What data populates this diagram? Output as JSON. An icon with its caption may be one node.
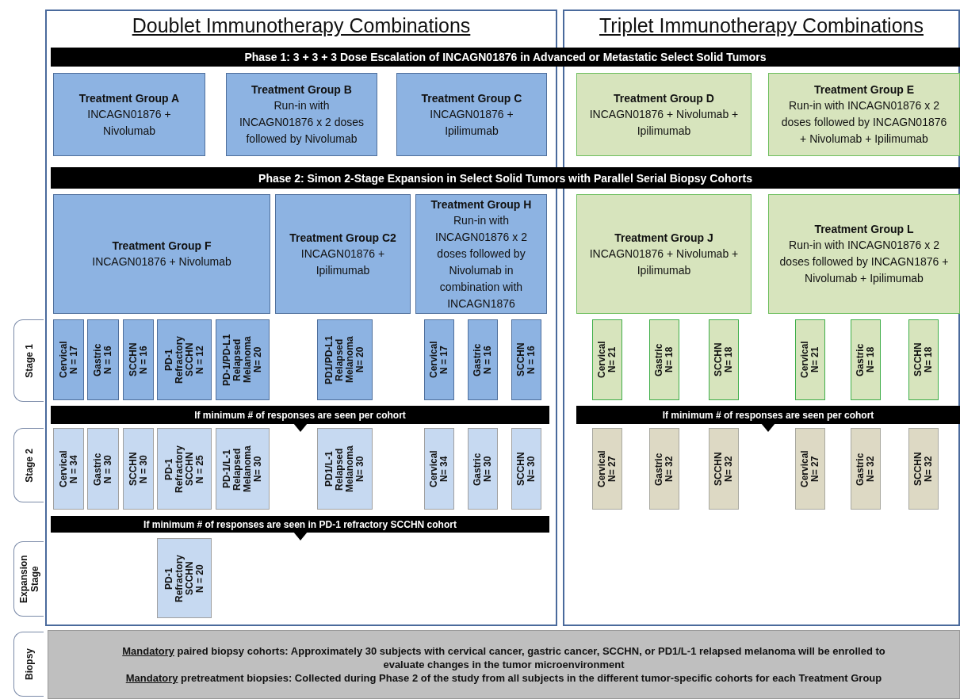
{
  "diagram": {
    "nodes": [
      {
        "text": [
          "Doublet Immunotherapy Combinations"
        ]
      },
      {
        "text": [
          "Triplet Immunotherapy Combinations"
        ]
      },
      {
        "text": [
          "Phase 1: 3 + 3 + 3 Dose Escalation of INCAGN01876 in Advanced or Metastatic Select Solid Tumors"
        ]
      },
      {
        "text": [
          "Treatment Group A",
          "INCAGN01876 + Nivolumab"
        ],
        "in": 0
      },
      {
        "text": [
          "Treatment Group B",
          "Run-in with INCAGN01876 x 2 doses followed by Nivolumab"
        ],
        "in": 0
      },
      {
        "text": [
          "Treatment Group C",
          "INCAGN01876 + Ipilimumab"
        ],
        "in": 0
      },
      {
        "text": [
          "Treatment Group D",
          "INCAGN01876 + Nivolumab + Ipilimumab"
        ],
        "in": 1
      },
      {
        "text": [
          "Treatment Group E",
          "Run-in with INCAGN01876 x 2 doses followed by INCAGN01876 + Nivolumab + Ipilimumab"
        ],
        "in": 1
      },
      {
        "text": [
          "Phase 2: Simon 2-Stage Expansion in Select Solid Tumors with Parallel Serial Biopsy Cohorts"
        ]
      },
      {
        "text": [
          "Treatment Group F",
          "INCAGN01876 + Nivolumab"
        ],
        "in": 0
      },
      {
        "text": [
          "Treatment Group C2",
          "INCAGN01876 + Ipilimumab"
        ],
        "in": 0
      },
      {
        "text": [
          "Treatment Group H",
          "Run-in with INCAGN01876 x 2 doses followed by Nivolumab in combination with INCAGN1876"
        ],
        "in": 0
      },
      {
        "text": [
          "Treatment Group J",
          "INCAGN01876 + Nivolumab + Ipilimumab"
        ],
        "in": 1
      },
      {
        "text": [
          "Treatment Group L",
          "Run-in with INCAGN01876 x 2 doses followed by INCAGN1876 + Nivolumab + Ipilimumab"
        ],
        "in": 1
      },
      {
        "text": [
          "Stage 1"
        ]
      },
      {
        "text": [
          "Cervical",
          "N = 17"
        ],
        "in": 0
      },
      {
        "text": [
          "Gastric",
          "N = 16"
        ],
        "in": 0
      },
      {
        "text": [
          "SCCHN",
          "N = 16"
        ],
        "in": 0
      },
      {
        "text": [
          "PD-1 Refractory SCCHN",
          "N = 12"
        ],
        "in": 0
      },
      {
        "text": [
          "PD-1/PD-L1 Relapsed Melanoma",
          "N= 20"
        ],
        "in": 0
      },
      {
        "text": [
          "PD1/PD-L1 Relapsed Melanoma",
          "N= 20"
        ],
        "in": 0
      },
      {
        "text": [
          "Cervical",
          "N = 17"
        ],
        "in": 0
      },
      {
        "text": [
          "Gastric",
          "N = 16"
        ],
        "in": 0
      },
      {
        "text": [
          "SCCHN",
          "N = 16"
        ],
        "in": 0
      },
      {
        "text": [
          "Cervical",
          "N= 21"
        ],
        "in": 1
      },
      {
        "text": [
          "Gastric",
          "N= 18"
        ],
        "in": 1
      },
      {
        "text": [
          "SCCHN",
          "N= 18"
        ],
        "in": 1
      },
      {
        "text": [
          "Cervical",
          "N= 21"
        ],
        "in": 1
      },
      {
        "text": [
          "Gastric",
          "N= 18"
        ],
        "in": 1
      },
      {
        "text": [
          "SCCHN",
          "N= 18"
        ],
        "in": 1
      },
      {
        "text": [
          "If minimum # of responses are seen per cohort"
        ],
        "in": 0
      },
      {
        "text": [
          "If minimum # of responses are seen per cohort"
        ],
        "in": 1
      },
      {
        "text": [
          "Stage 2"
        ]
      },
      {
        "text": [
          "Cervical",
          "N = 34"
        ],
        "in": 0
      },
      {
        "text": [
          "Gastric",
          "N = 30"
        ],
        "in": 0
      },
      {
        "text": [
          "SCCHN",
          "N = 30"
        ],
        "in": 0
      },
      {
        "text": [
          "PD-1 Refractory SCCHN",
          "N = 25"
        ],
        "in": 0
      },
      {
        "text": [
          "PD-1/L-1 Relapsed Melanoma",
          "N= 30"
        ],
        "in": 0
      },
      {
        "text": [
          "PD1/L-1 Relapsed Melanoma",
          "N= 30"
        ],
        "in": 0
      },
      {
        "text": [
          "Cervical",
          "N= 34"
        ],
        "in": 0
      },
      {
        "text": [
          "Gastric",
          "N= 30"
        ],
        "in": 0
      },
      {
        "text": [
          "SCCHN",
          "N= 30"
        ],
        "in": 0
      },
      {
        "text": [
          "Cervical",
          "N= 27"
        ],
        "in": 1
      },
      {
        "text": [
          "Gastric",
          "N= 32"
        ],
        "in": 1
      },
      {
        "text": [
          "SCCHN",
          "N= 32"
        ],
        "in": 1
      },
      {
        "text": [
          "Cervical",
          "N= 27"
        ],
        "in": 1
      },
      {
        "text": [
          "Gastric",
          "N= 32"
        ],
        "in": 1
      },
      {
        "text": [
          "SCCHN",
          "N= 32"
        ],
        "in": 1
      },
      {
        "text": [
          "If minimum # of responses are seen in PD-1 refractory SCCHN cohort"
        ],
        "in": 0
      },
      {
        "text": [
          "Expansion Stage"
        ]
      },
      {
        "text": [
          "PD-1 Refractory SCCHN",
          "N = 20"
        ],
        "in": 0
      },
      {
        "text": [
          "Biopsy"
        ]
      },
      {
        "text": [
          "Mandatory",
          "paired biopsy cohorts:  Approximately 30 subjects with cervical cancer, gastric cancer, SCCHN, or PD1/L-1 relapsed melanoma will be enrolled to evaluate changes in the tumor microenvironment",
          "Mandatory",
          "pretreatment biopsies: Collected during Phase 2 of the study from all subjects in the different tumor-specific cohorts for each Treatment Group"
        ]
      }
    ]
  }
}
